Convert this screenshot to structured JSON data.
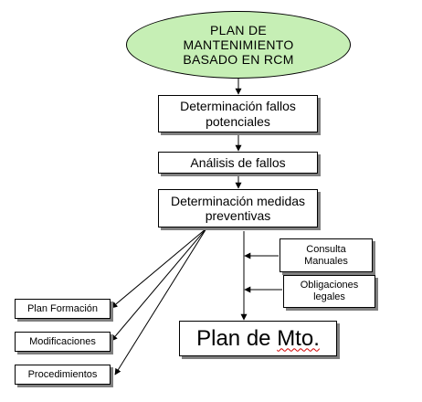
{
  "nodes": {
    "plan": "PLAN DE\nMANTENIMIENTO\nBASADO EN RCM",
    "fallos_potenciales": "Determinación fallos\npotenciales",
    "analisis": "Análisis de fallos",
    "medidas": "Determinación medidas\npreventivas",
    "consulta": "Consulta\nManuales",
    "obligaciones": "Obligaciones\nlegales",
    "mto_prefix": "Plan de ",
    "mto_word": "Mto.",
    "formacion": "Plan Formación",
    "modificaciones": "Modificaciones",
    "procedimientos": "Procedimientos"
  },
  "colors": {
    "ellipse_fill": "#c6efb5",
    "line": "#000000",
    "shadow": "#7f7f7f",
    "spellcheck": "#d00000"
  }
}
